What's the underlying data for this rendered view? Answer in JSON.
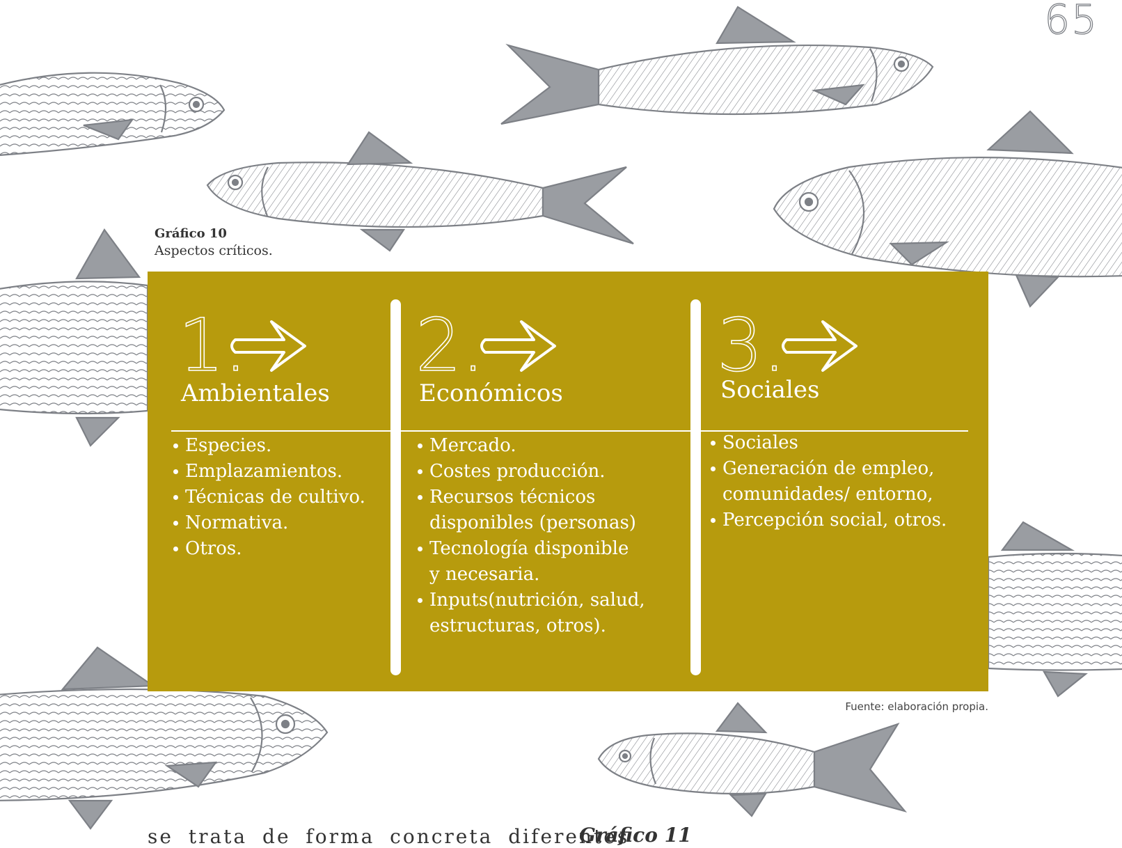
{
  "page": {
    "number": "65"
  },
  "figure": {
    "label": "Gráfico 10",
    "title": "Aspectos críticos.",
    "source": "Fuente: elaboración propia.",
    "columns": [
      {
        "number": "1.",
        "heading": "Ambientales",
        "items": [
          "Especies.",
          "Emplazamientos.",
          "Técnicas de cultivo.",
          "Normativa.",
          "Otros."
        ]
      },
      {
        "number": "2.",
        "heading": "Económicos",
        "items": [
          "Mercado.",
          "Costes producción.",
          "Recursos técnicos",
          "disponibles (personas)",
          "Tecnología disponible",
          "y necesaria.",
          "Inputs(nutrición, salud,",
          "estructuras, otros)."
        ]
      },
      {
        "number": "3.",
        "heading": "Sociales",
        "items": [
          "Sociales",
          "Generación de empleo,",
          "comunidades/ entorno,",
          "Percepción social, otros."
        ]
      }
    ]
  },
  "footer": {
    "text": "se trata de forma concreta diferentes",
    "next_label": "Gráfico 11"
  },
  "colors": {
    "panel": "#b79b0d",
    "fish": "#7d8086",
    "text_on_panel": "#ffffff"
  }
}
